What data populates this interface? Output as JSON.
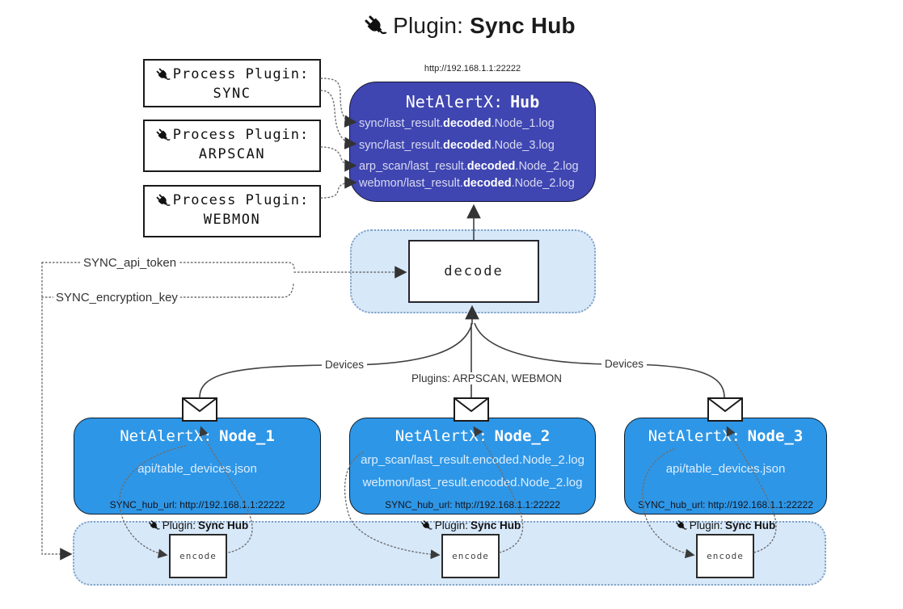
{
  "title": {
    "prefix": "Plugin:",
    "name": "Sync Hub"
  },
  "hub": {
    "url": "http://192.168.1.1:22222",
    "title_prefix": "NetAlertX:",
    "title_name": "Hub",
    "logs": [
      {
        "pre": "sync/last_result.",
        "bold": "decoded",
        "post": ".Node_1.log"
      },
      {
        "pre": "sync/last_result.",
        "bold": "decoded",
        "post": ".Node_3.log"
      },
      {
        "pre": "arp_scan/last_result.",
        "bold": "decoded",
        "post": ".Node_2.log"
      },
      {
        "pre": "webmon/last_result.",
        "bold": "decoded",
        "post": ".Node_2.log"
      }
    ]
  },
  "process_plugins": [
    {
      "label": "Process Plugin:",
      "name": "SYNC"
    },
    {
      "label": "Process Plugin:",
      "name": "ARPSCAN"
    },
    {
      "label": "Process Plugin:",
      "name": "WEBMON"
    }
  ],
  "decode_label": "decode",
  "encode_label": "encode",
  "config": {
    "api_token_label": "SYNC_api_token",
    "encryption_key_label": "SYNC_encryption_key"
  },
  "edge_labels": {
    "devices_left": "Devices",
    "plugins_middle": "Plugins: ARPSCAN, WEBMON",
    "devices_right": "Devices"
  },
  "nodes": [
    {
      "title_prefix": "NetAlertX:",
      "title_name": "Node_1",
      "files": [
        "api/table_devices.json"
      ],
      "hub_url": "SYNC_hub_url: http://192.168.1.1:22222"
    },
    {
      "title_prefix": "NetAlertX:",
      "title_name": "Node_2",
      "files": [
        "arp_scan/last_result.encoded.Node_2.log",
        "webmon/last_result.encoded.Node_2.log"
      ],
      "hub_url": "SYNC_hub_url: http://192.168.1.1:22222"
    },
    {
      "title_prefix": "NetAlertX:",
      "title_name": "Node_3",
      "files": [
        "api/table_devices.json"
      ],
      "hub_url": "SYNC_hub_url: http://192.168.1.1:22222"
    }
  ],
  "sync_plugin_badge": {
    "prefix": "Plugin:",
    "name": "Sync Hub"
  },
  "colors": {
    "hub_fill": "#3F46B1",
    "node_fill": "#2E96E6",
    "container_fill": "#D7E8F9",
    "container_border": "#7FA0C4",
    "line": "#404040"
  }
}
